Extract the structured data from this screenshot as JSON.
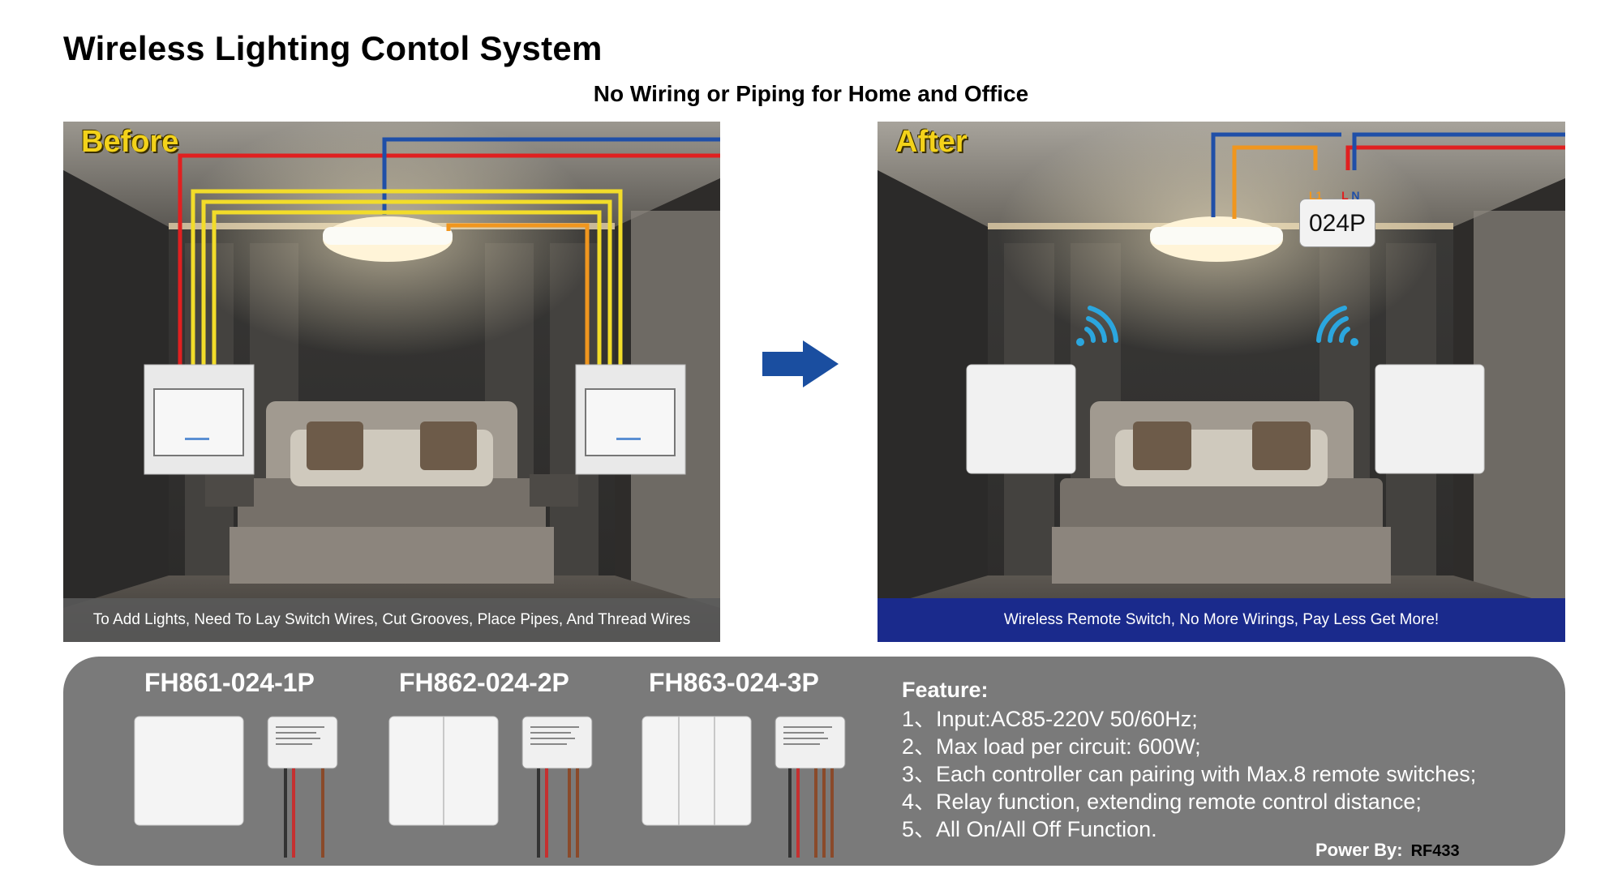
{
  "title": "Wireless Lighting Contol System",
  "subtitle": "No Wiring or Piping for Home and Office",
  "before": {
    "label": "Before",
    "caption": "To Add Lights, Need To Lay Switch Wires, Cut Grooves, Place Pipes, And Thread Wires"
  },
  "after": {
    "label": "After",
    "caption": "Wireless Remote Switch, No More Wirings, Pay Less Get More!",
    "module_label": "024P",
    "terminal_l1": "L1",
    "terminal_l": "L",
    "terminal_n": "N"
  },
  "products": [
    {
      "model": "FH861-024-1P"
    },
    {
      "model": "FH862-024-2P"
    },
    {
      "model": "FH863-024-3P"
    }
  ],
  "features": {
    "title": "Feature:",
    "items": [
      "1、Input:AC85-220V 50/60Hz;",
      "2、Max load per circuit: 600W;",
      "3、Each controller can pairing with Max.8 remote switches;",
      "4、Relay function, extending remote control distance;",
      "5、All On/All Off Function."
    ]
  },
  "power": {
    "label": "Power By:",
    "value": "RF433"
  },
  "colors": {
    "wire_red": "#e02020",
    "wire_blue": "#1f4fa8",
    "wire_yellow": "#f2dc2a",
    "wire_orange": "#f0961e",
    "wifi_icon": "#2ba6de",
    "arrow": "#1a4ea0",
    "after_caption_bg": "#1a2a8c",
    "strip_bg": "#7a7a7a"
  }
}
